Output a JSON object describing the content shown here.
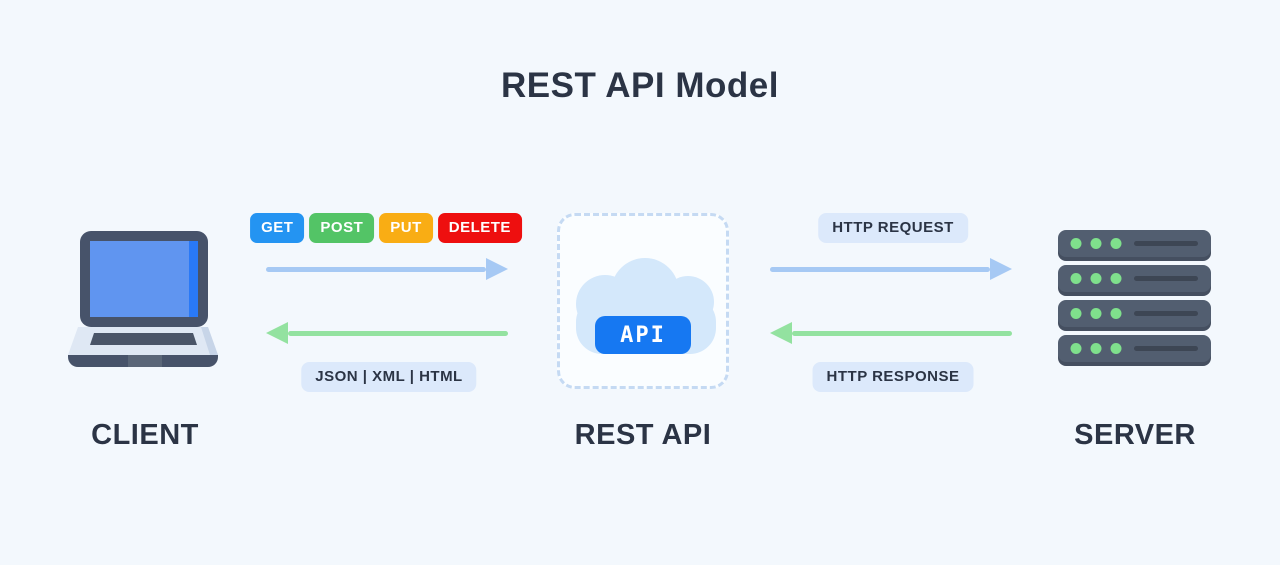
{
  "title": "REST API Model",
  "colors": {
    "background": "#f3f8fd",
    "heading_text": "#2b3445",
    "pill_background": "#dce9fb",
    "request_arrow": "#a6c9f4",
    "response_arrow": "#93e2a0",
    "api_badge_background": "#1678f2",
    "dashed_border": "#c5daf3",
    "cloud": "#d4e8fb"
  },
  "client": {
    "label": "CLIENT"
  },
  "rest_api": {
    "label": "REST API",
    "badge_text": "API"
  },
  "server": {
    "label": "SERVER"
  },
  "left_channel": {
    "methods": [
      {
        "label": "GET",
        "color": "#2494f2"
      },
      {
        "label": "POST",
        "color": "#53c466"
      },
      {
        "label": "PUT",
        "color": "#f9ad14"
      },
      {
        "label": "DELETE",
        "color": "#ee0f0f"
      }
    ],
    "formats_label": "JSON | XML | HTML"
  },
  "right_channel": {
    "request_label": "HTTP REQUEST",
    "response_label": "HTTP RESPONSE"
  }
}
